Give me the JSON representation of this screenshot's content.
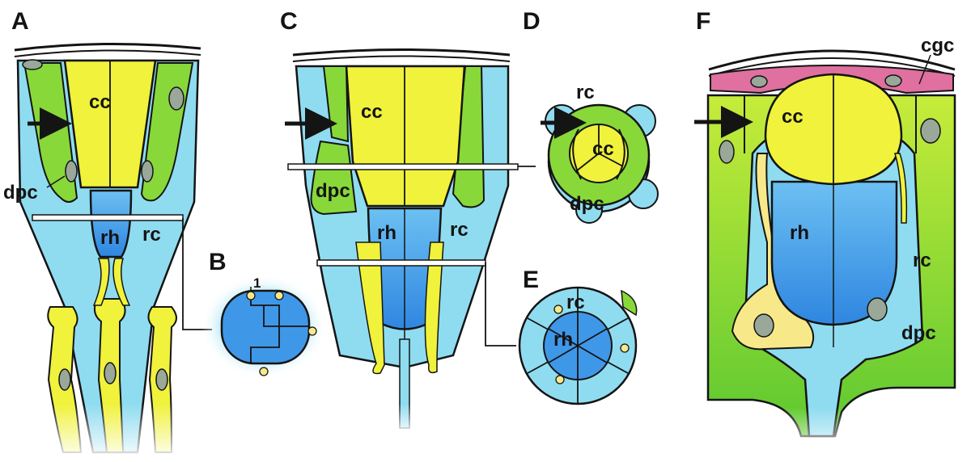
{
  "figure": {
    "panels": [
      {
        "id": "A",
        "letter": "A",
        "labels": {
          "cc": "cc",
          "rh": "rh",
          "rc": "rc",
          "dpc": "dpc"
        }
      },
      {
        "id": "B",
        "letter": "B",
        "labels": {
          "number": "1"
        }
      },
      {
        "id": "C",
        "letter": "C",
        "labels": {
          "cc": "cc",
          "rh": "rh",
          "rc": "rc",
          "dpc": "dpc"
        }
      },
      {
        "id": "D",
        "letter": "D",
        "labels": {
          "rc": "rc",
          "cc": "cc",
          "dpc": "dpc"
        }
      },
      {
        "id": "E",
        "letter": "E",
        "labels": {
          "rc": "rc",
          "rh": "rh"
        }
      },
      {
        "id": "F",
        "letter": "F",
        "labels": {
          "cgc": "cgc",
          "cc": "cc",
          "rh": "rh",
          "rc": "rc",
          "dpc": "dpc"
        }
      }
    ]
  },
  "colors": {
    "cone_cell": "#f0f23c",
    "rhabdom": "#3f97e8",
    "retinula_cell": "#8fdcf0",
    "distal_pigment_cell": "#88d83a",
    "corneagenous_cell": "#e070a0",
    "pigment_granule": "#f7e98a",
    "outline": "#141414"
  },
  "icons": [
    "arrow-icon"
  ]
}
